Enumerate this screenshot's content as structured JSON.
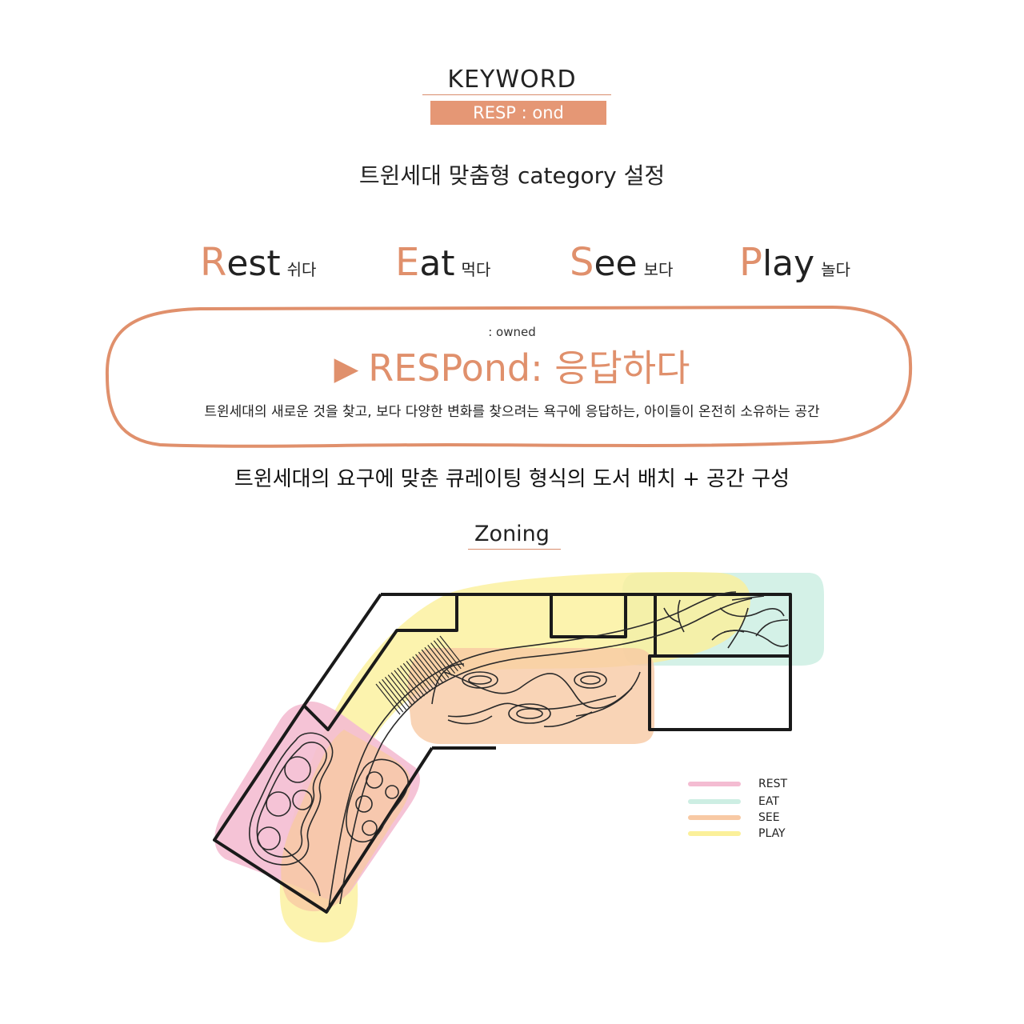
{
  "keyword": {
    "title": "KEYWORD",
    "tag": "RESP : ond"
  },
  "category": "트윈세대 맞춤형 category 설정",
  "words": [
    {
      "first": "R",
      "rest": "est",
      "ko": "쉬다"
    },
    {
      "first": "E",
      "rest": "at",
      "ko": "먹다"
    },
    {
      "first": "S",
      "rest": "ee",
      "ko": "보다"
    },
    {
      "first": "P",
      "rest": "lay",
      "ko": "놀다"
    }
  ],
  "respond": {
    "owned": ": owned",
    "title": "RESPond: 응답하다",
    "description": "트윈세대의 새로운 것을 찾고, 보다 다양한 변화를 찾으려는 욕구에 응답하는, 아이들이 온전히 소유하는 공간"
  },
  "curation": "트윈세대의 요구에 맞춘 큐레이팅 형식의 도서 배치 + 공간 구성",
  "zoning": {
    "title": "Zoning",
    "legend": [
      {
        "label": "REST",
        "color": "#f4bcd2"
      },
      {
        "label": "EAT",
        "color": "#cdeee3"
      },
      {
        "label": "SEE",
        "color": "#f8c9a4"
      },
      {
        "label": "PLAY",
        "color": "#fbf09a"
      }
    ]
  },
  "colors": {
    "accent": "#e0906c",
    "rest": "#f4bcd2",
    "eat": "#cdeee3",
    "see": "#f8c9a4",
    "play": "#fbf09a"
  }
}
